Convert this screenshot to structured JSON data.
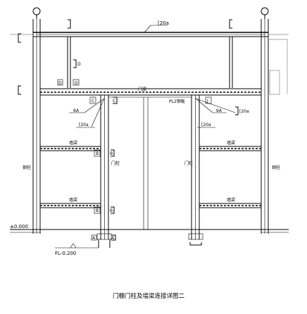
{
  "labels": {
    "beam_top": "[20a",
    "door_beam": "门梁",
    "mark_d_left": "D",
    "mark_d_left2": "D",
    "mark_c_left": "C",
    "mark_c_left2": "C",
    "mark_ga_left": "6A",
    "mark_c20a_left": "[20a",
    "pl_right": "PL2钢板",
    "mark_j_right": "J",
    "mark_ga_right": "6A",
    "mark_c20a_right": "[20a",
    "mark_c20a_right2": "[20a",
    "wall_beam_left_1": "墙梁",
    "wall_beam_left_2": "墙梁",
    "wall_beam_right_1": "墙梁",
    "wall_beam_right_2": "墙梁",
    "mark_b_1": "B",
    "mark_b_2": "B",
    "door_col_left": "门柱",
    "door_col_right": "门柱",
    "side_col_left": "钢柱",
    "side_col_right": "钢柱",
    "elev_zero": "±0.000",
    "elev_fl": "FL-0.200",
    "mark_a": "A",
    "mark_a2": "A",
    "caption": "门棚门柱及墙梁连接详图二"
  }
}
